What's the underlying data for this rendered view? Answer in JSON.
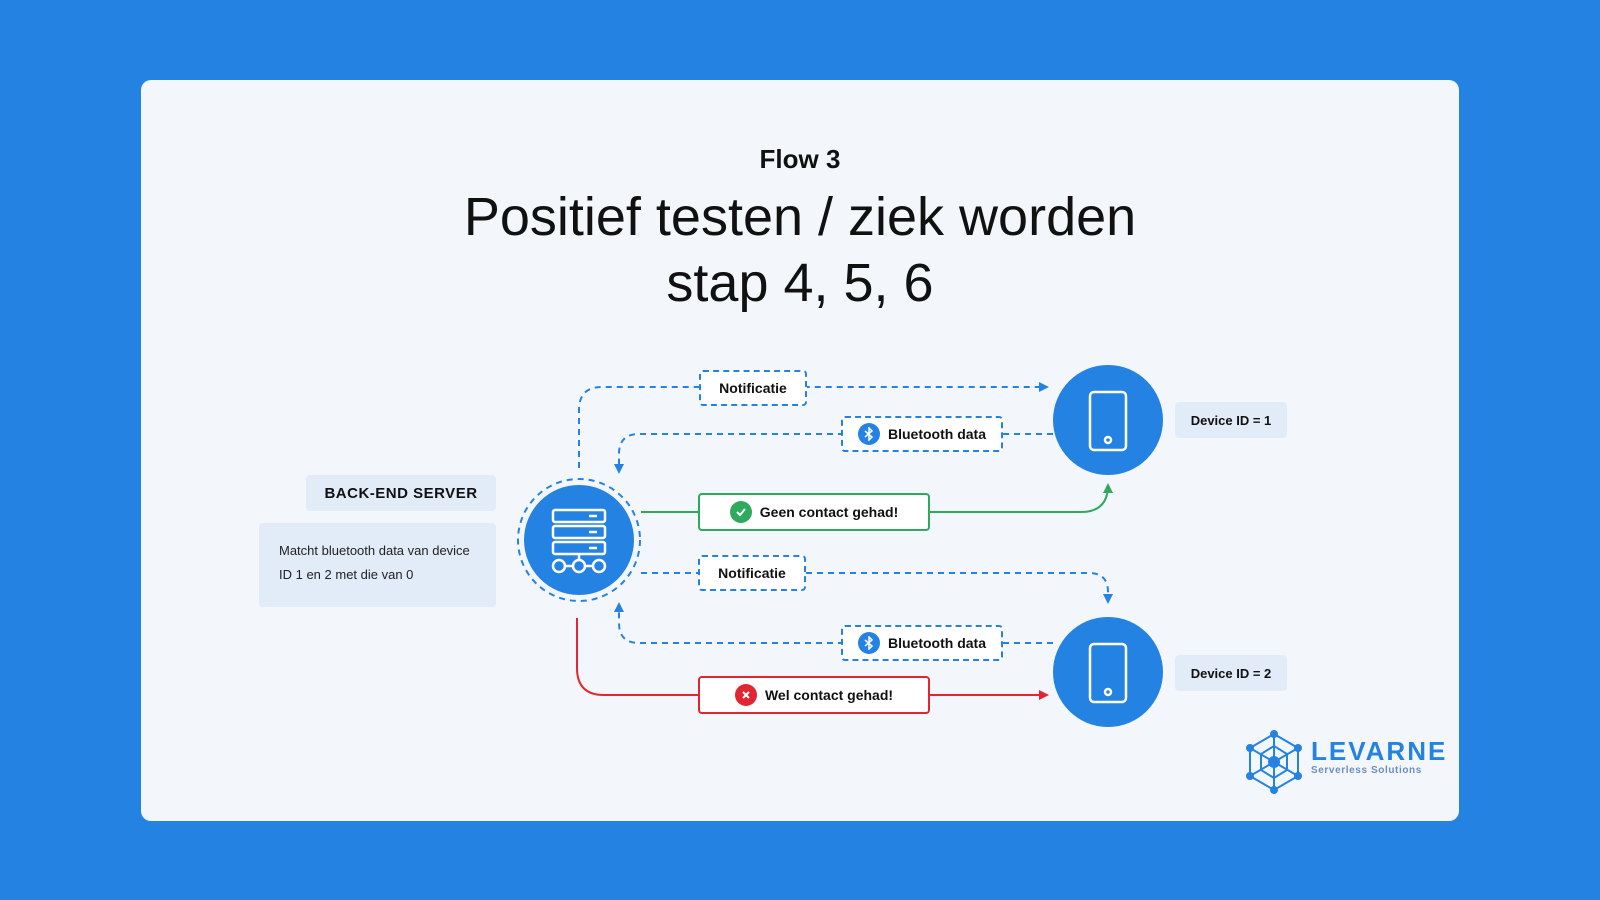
{
  "flow_label": "Flow 3",
  "title_line1": "Positief testen / ziek worden",
  "title_line2": "stap 4, 5, 6",
  "server": {
    "label": "BACK-END SERVER",
    "description": "Matcht bluetooth data van device ID 1 en 2 met die van 0"
  },
  "devices": [
    {
      "label": "Device ID = 1"
    },
    {
      "label": "Device ID = 2"
    }
  ],
  "messages": {
    "notification_1": "Notificatie",
    "bluetooth_1": "Bluetooth data",
    "no_contact": "Geen contact gehad!",
    "notification_2": "Notificatie",
    "bluetooth_2": "Bluetooth data",
    "contact": "Wel contact gehad!"
  },
  "logo": {
    "name": "LEVARNE",
    "tagline": "Serverless Solutions"
  },
  "colors": {
    "background": "#2483e2",
    "card": "#f3f7fc",
    "accent": "#2483e2",
    "success": "#2eaa5e",
    "error": "#e32531"
  },
  "icons": {
    "server": "server-network-icon",
    "device": "smartphone-icon",
    "bluetooth": "bluetooth-icon",
    "success": "check-circle-icon",
    "error": "x-circle-icon",
    "logo": "network-hexagon-icon"
  }
}
